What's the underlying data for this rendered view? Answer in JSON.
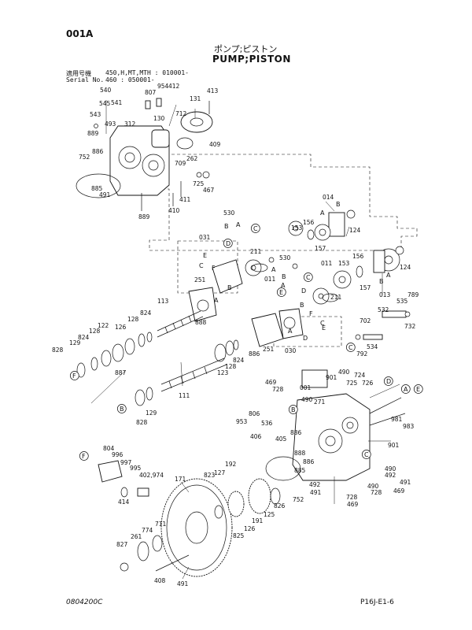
{
  "header": {
    "page_code": "001A",
    "title_jp": "ポンプ;ピストン",
    "title_en": "PUMP;PISTON",
    "applicability": [
      {
        "label": "適用号機",
        "value": "450,H,MT,MTH : 010001-"
      },
      {
        "label": "Serial No.",
        "value": "460 : 050001-"
      }
    ]
  },
  "footer": {
    "doc_code": "0804200C",
    "page_ref": "P16J-E1-6"
  },
  "callouts": [
    {
      "id": "c1",
      "text": "540"
    },
    {
      "id": "c2",
      "text": "545"
    },
    {
      "id": "c3",
      "text": "541"
    },
    {
      "id": "c4",
      "text": "543"
    },
    {
      "id": "c5",
      "text": "807"
    },
    {
      "id": "c6",
      "text": "954"
    },
    {
      "id": "c7",
      "text": "412"
    },
    {
      "id": "c8",
      "text": "413"
    },
    {
      "id": "c9",
      "text": "131"
    },
    {
      "id": "c10",
      "text": "493"
    },
    {
      "id": "c11",
      "text": "312"
    },
    {
      "id": "c12",
      "text": "130"
    },
    {
      "id": "c13",
      "text": "712"
    },
    {
      "id": "c14",
      "text": "889"
    },
    {
      "id": "c15",
      "text": "886"
    },
    {
      "id": "c16",
      "text": "752"
    },
    {
      "id": "c17",
      "text": "409"
    },
    {
      "id": "c18",
      "text": "262"
    },
    {
      "id": "c19",
      "text": "709"
    },
    {
      "id": "c20",
      "text": "725"
    },
    {
      "id": "c21",
      "text": "467"
    },
    {
      "id": "c22",
      "text": "885"
    },
    {
      "id": "c23",
      "text": "491"
    },
    {
      "id": "c24",
      "text": "411"
    },
    {
      "id": "c25",
      "text": "410"
    },
    {
      "id": "c26",
      "text": "889"
    },
    {
      "id": "c27",
      "text": "014"
    },
    {
      "id": "c28",
      "text": "153"
    },
    {
      "id": "c29",
      "text": "156"
    },
    {
      "id": "c30",
      "text": "157"
    },
    {
      "id": "c31",
      "text": "124"
    },
    {
      "id": "c32",
      "text": "530"
    },
    {
      "id": "c33",
      "text": "031"
    },
    {
      "id": "c34",
      "text": "211"
    },
    {
      "id": "c35",
      "text": "530"
    },
    {
      "id": "c36",
      "text": "011"
    },
    {
      "id": "c37",
      "text": "011"
    },
    {
      "id": "c38",
      "text": "153"
    },
    {
      "id": "c39",
      "text": "156"
    },
    {
      "id": "c40",
      "text": "157"
    },
    {
      "id": "c41",
      "text": "124"
    },
    {
      "id": "c42",
      "text": "013"
    },
    {
      "id": "c43",
      "text": "251"
    },
    {
      "id": "c44",
      "text": "211"
    },
    {
      "id": "c45",
      "text": "789"
    },
    {
      "id": "c46",
      "text": "535"
    },
    {
      "id": "c47",
      "text": "532"
    },
    {
      "id": "c48",
      "text": "702"
    },
    {
      "id": "c49",
      "text": "732"
    },
    {
      "id": "c50",
      "text": "534"
    },
    {
      "id": "c51",
      "text": "792"
    },
    {
      "id": "c52",
      "text": "113"
    },
    {
      "id": "c53",
      "text": "888"
    },
    {
      "id": "c54",
      "text": "824"
    },
    {
      "id": "c55",
      "text": "128"
    },
    {
      "id": "c56",
      "text": "126"
    },
    {
      "id": "c57",
      "text": "122"
    },
    {
      "id": "c58",
      "text": "128"
    },
    {
      "id": "c59",
      "text": "824"
    },
    {
      "id": "c60",
      "text": "129"
    },
    {
      "id": "c61",
      "text": "828"
    },
    {
      "id": "c62",
      "text": "887"
    },
    {
      "id": "c63",
      "text": "030"
    },
    {
      "id": "c64",
      "text": "251"
    },
    {
      "id": "c65",
      "text": "886"
    },
    {
      "id": "c66",
      "text": "824"
    },
    {
      "id": "c67",
      "text": "128"
    },
    {
      "id": "c68",
      "text": "123"
    },
    {
      "id": "c69",
      "text": "111"
    },
    {
      "id": "c70",
      "text": "129"
    },
    {
      "id": "c71",
      "text": "828"
    },
    {
      "id": "c72",
      "text": "469"
    },
    {
      "id": "c73",
      "text": "728"
    },
    {
      "id": "c74",
      "text": "490"
    },
    {
      "id": "c75",
      "text": "901"
    },
    {
      "id": "c76",
      "text": "724"
    },
    {
      "id": "c77",
      "text": "725"
    },
    {
      "id": "c78",
      "text": "726"
    },
    {
      "id": "c79",
      "text": "001"
    },
    {
      "id": "c80",
      "text": "490"
    },
    {
      "id": "c81",
      "text": "271"
    },
    {
      "id": "c82",
      "text": "981"
    },
    {
      "id": "c83",
      "text": "983"
    },
    {
      "id": "c84",
      "text": "806"
    },
    {
      "id": "c85",
      "text": "953"
    },
    {
      "id": "c86",
      "text": "536"
    },
    {
      "id": "c87",
      "text": "406"
    },
    {
      "id": "c88",
      "text": "405"
    },
    {
      "id": "c89",
      "text": "886"
    },
    {
      "id": "c90",
      "text": "888"
    },
    {
      "id": "c91",
      "text": "901"
    },
    {
      "id": "c92",
      "text": "804"
    },
    {
      "id": "c93",
      "text": "996"
    },
    {
      "id": "c94",
      "text": "997"
    },
    {
      "id": "c95",
      "text": "995"
    },
    {
      "id": "c96",
      "text": "402,974"
    },
    {
      "id": "c97",
      "text": "414"
    },
    {
      "id": "c98",
      "text": "171"
    },
    {
      "id": "c99",
      "text": "823"
    },
    {
      "id": "c100",
      "text": "127"
    },
    {
      "id": "c101",
      "text": "192"
    },
    {
      "id": "c102",
      "text": "886"
    },
    {
      "id": "c103",
      "text": "885"
    },
    {
      "id": "c104",
      "text": "752"
    },
    {
      "id": "c105",
      "text": "490"
    },
    {
      "id": "c106",
      "text": "492"
    },
    {
      "id": "c107",
      "text": "491"
    },
    {
      "id": "c108",
      "text": "728"
    },
    {
      "id": "c109",
      "text": "469"
    },
    {
      "id": "c110",
      "text": "492"
    },
    {
      "id": "c111",
      "text": "491"
    },
    {
      "id": "c112",
      "text": "728"
    },
    {
      "id": "c113",
      "text": "469"
    },
    {
      "id": "c114",
      "text": "774"
    },
    {
      "id": "c115",
      "text": "711"
    },
    {
      "id": "c116",
      "text": "261"
    },
    {
      "id": "c117",
      "text": "827"
    },
    {
      "id": "c118",
      "text": "408"
    },
    {
      "id": "c119",
      "text": "491"
    },
    {
      "id": "c120",
      "text": "825"
    },
    {
      "id": "c121",
      "text": "126"
    },
    {
      "id": "c122",
      "text": "191"
    },
    {
      "id": "c123",
      "text": "125"
    },
    {
      "id": "c124",
      "text": "826"
    },
    {
      "id": "c125",
      "text": "490"
    }
  ],
  "ref_letters": [
    {
      "id": "l1",
      "text": "B"
    },
    {
      "id": "l2",
      "text": "A"
    },
    {
      "id": "l3",
      "text": "C"
    },
    {
      "id": "l4",
      "text": "D"
    },
    {
      "id": "l5",
      "text": "E"
    },
    {
      "id": "l6",
      "text": "C"
    },
    {
      "id": "l7",
      "text": "F"
    },
    {
      "id": "l8",
      "text": "A"
    },
    {
      "id": "l9",
      "text": "B"
    },
    {
      "id": "l10",
      "text": "A"
    },
    {
      "id": "l11",
      "text": "B"
    },
    {
      "id": "l12",
      "text": "A"
    },
    {
      "id": "l13",
      "text": "C"
    },
    {
      "id": "l14",
      "text": "D"
    },
    {
      "id": "l15",
      "text": "E"
    },
    {
      "id": "l16",
      "text": "B"
    },
    {
      "id": "l17",
      "text": "A"
    },
    {
      "id": "l18",
      "text": "F"
    },
    {
      "id": "l19",
      "text": "C"
    },
    {
      "id": "l20",
      "text": "E"
    },
    {
      "id": "l21",
      "text": "D"
    },
    {
      "id": "l22",
      "text": "A"
    },
    {
      "id": "l23",
      "text": "B"
    },
    {
      "id": "l24",
      "text": "A"
    },
    {
      "id": "l25",
      "text": "B"
    },
    {
      "id": "l26",
      "text": "C"
    },
    {
      "id": "l27",
      "text": "B"
    },
    {
      "id": "l28",
      "text": "F"
    },
    {
      "id": "l29",
      "text": "D"
    },
    {
      "id": "l30",
      "text": "A"
    },
    {
      "id": "l31",
      "text": "E"
    },
    {
      "id": "l32",
      "text": "B"
    },
    {
      "id": "l33",
      "text": "C"
    },
    {
      "id": "l34",
      "text": "F"
    }
  ]
}
